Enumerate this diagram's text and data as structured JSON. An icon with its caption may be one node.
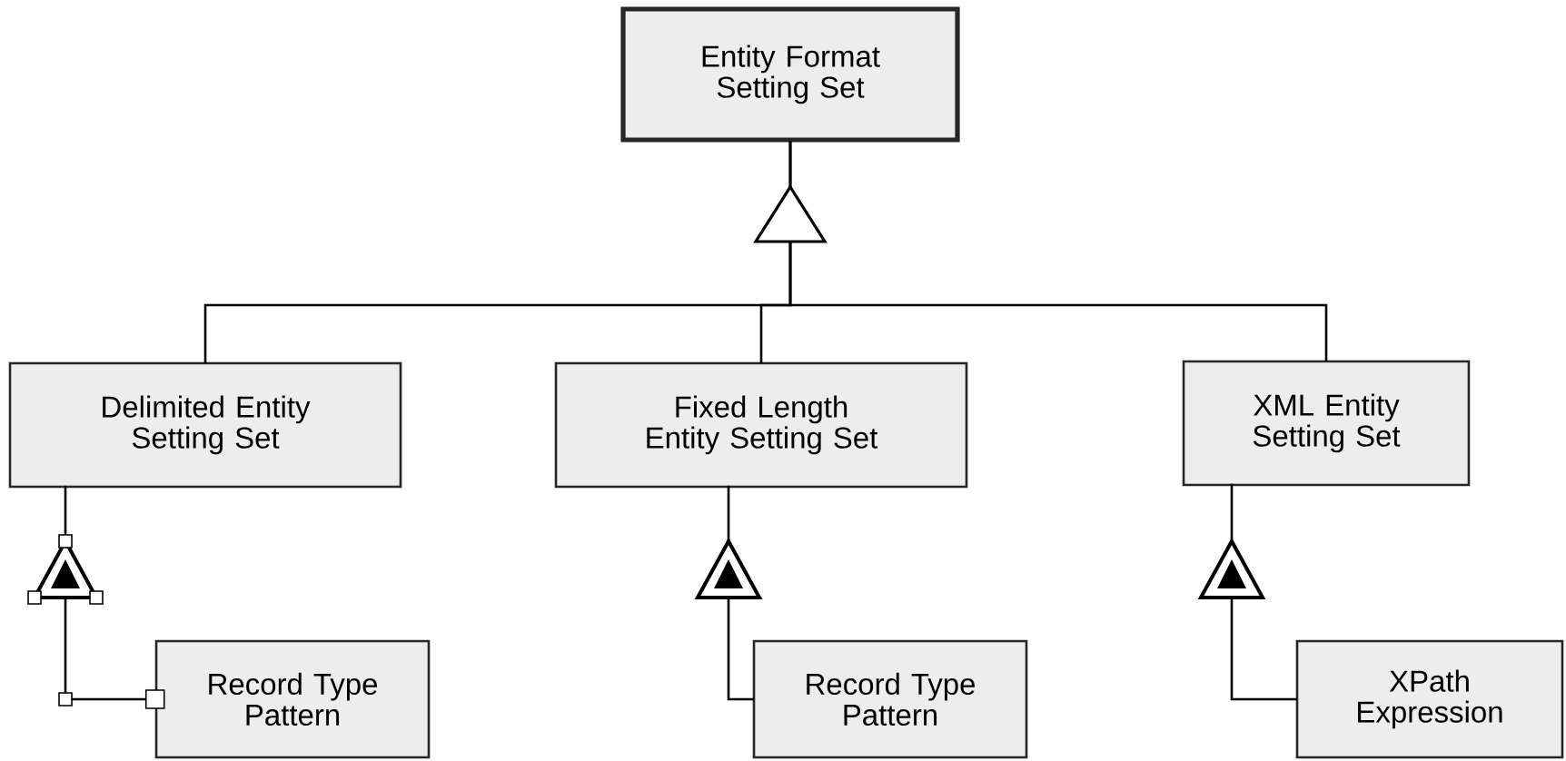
{
  "diagram": {
    "nodes": [
      {
        "text": [
          "Entity Format Setting Set"
        ]
      },
      {
        "text": [
          "Delimited Entity Setting Set"
        ]
      },
      {
        "text": [
          "Fixed Length Entity Setting Set"
        ]
      },
      {
        "text": [
          "XML Entity Setting Set"
        ]
      },
      {
        "text": [
          "Record Type Pattern"
        ]
      },
      {
        "text": [
          "Record Type Pattern"
        ]
      },
      {
        "text": [
          "XPath Expression"
        ]
      }
    ],
    "edges": [
      {
        "from": 1,
        "to": 0,
        "arrow": "to"
      },
      {
        "from": 2,
        "to": 0,
        "arrow": "to"
      },
      {
        "from": 3,
        "to": 0,
        "arrow": "to"
      },
      {
        "from": 4,
        "to": 1,
        "arrow": "to"
      },
      {
        "from": 5,
        "to": 2,
        "arrow": "to"
      },
      {
        "from": 6,
        "to": 3,
        "arrow": "to"
      }
    ]
  }
}
